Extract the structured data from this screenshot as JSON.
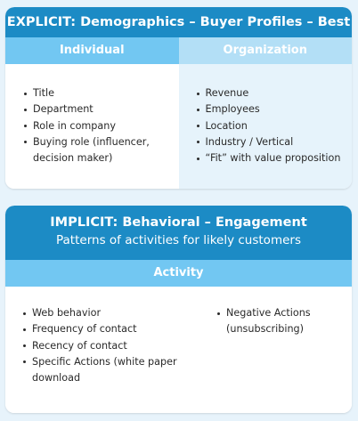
{
  "explicit": {
    "title": "EXPLICIT: Demographics – Buyer Profiles – Best Fit",
    "individual": {
      "header": "Individual",
      "items": [
        "Title",
        "Department",
        "Role in company",
        "Buying role (influencer, decision maker)"
      ]
    },
    "organization": {
      "header": "Organization",
      "items": [
        "Revenue",
        "Employees",
        "Location",
        "Industry / Vertical",
        "“Fit” with value proposition"
      ]
    }
  },
  "implicit": {
    "title": "IMPLICIT: Behavioral – Engagement",
    "subtitle": "Patterns of activities for likely customers",
    "activity": {
      "header": "Activity",
      "left_items": [
        "Web behavior",
        "Frequency of contact",
        "Recency of contact",
        "Specific Actions (white paper download"
      ],
      "right_items": [
        "Negative Actions (unsubscribing)"
      ]
    }
  },
  "colors": {
    "title_bar": "#1c8bc5",
    "header_light_blue": "#72c7f2",
    "header_pale_blue": "#b3dff6",
    "panel_tint": "#e6f3fb",
    "background": "#e7f3fb"
  }
}
